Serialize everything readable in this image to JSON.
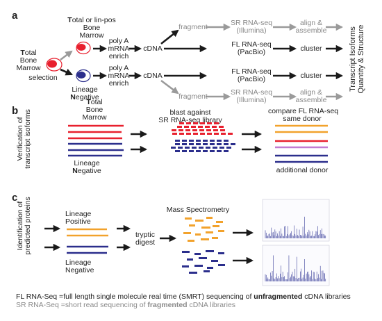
{
  "panels": {
    "a": "a",
    "b": "b",
    "c": "c"
  },
  "panel_a": {
    "source": {
      "lead": "T",
      "rest1": "otal",
      "rest2": "Bone",
      "rest3": "Marrow"
    },
    "selection": "selection",
    "top_pop": {
      "lead": "T",
      "rest1": "otal or lin-pos",
      "rest2": "Bone",
      "rest3": "Marrow"
    },
    "bottom_pop": {
      "line1": "Lineage",
      "lead": "N",
      "rest2": "egative"
    },
    "polyA": {
      "line1": "poly A",
      "line2": "mRNA",
      "line3": "enrich"
    },
    "cdna": "cDNA",
    "fragment": "fragment",
    "sr_seq": {
      "line1": "SR RNA-seq",
      "line2": "(Illumina)"
    },
    "fl_seq": {
      "line1": "FL RNA-seq",
      "line2": "(PacBio)"
    },
    "align": {
      "line1": "align &",
      "line2": "assemble"
    },
    "cluster": "cluster",
    "result": {
      "line1": "Transcript Isoforms",
      "line2": "Quantity & Structure"
    }
  },
  "panel_b": {
    "side_label": {
      "line1": "Verification of",
      "line2": "transcript isoforms"
    },
    "top_pop": {
      "lead": "T",
      "rest1": "otal",
      "rest2": "Bone",
      "rest3": "Marrow"
    },
    "bottom_pop": {
      "line1": "Lineage",
      "lead": "N",
      "rest2": "egative"
    },
    "blast": {
      "line1": "blast against",
      "line2": "SR RNA-seq library"
    },
    "compare": {
      "line1": "compare FL RNA-seq",
      "line2": "same donor"
    },
    "additional": "additional donor"
  },
  "panel_c": {
    "side_label": {
      "line1": "Identification of",
      "line2": "predicted proteins"
    },
    "top_pop": {
      "line1": "Lineage",
      "line2": "Positive"
    },
    "bottom_pop": {
      "line1": "Lineage",
      "line2": "Negative"
    },
    "tryptic": {
      "line1": "tryptic",
      "line2": "digest"
    },
    "mass_spec": "Mass Spectrometry"
  },
  "footnote": {
    "fl_abbr": "FL RNA-Seq",
    "fl_text": " =full length single molecule real time (SMRT) sequencing of ",
    "fl_bold": "unfragmented",
    "fl_end": " cDNA libraries",
    "sr_abbr": "SR RNA-Seq",
    "sr_text": " =short read sequencing of ",
    "sr_bold": "fragmented",
    "sr_end": " cDNA libraries"
  },
  "colors": {
    "red": "#e8202e",
    "navy": "#2b2e8c",
    "orange": "#f2a22c",
    "purple": "#c27bd2",
    "gray": "#8a8a8a",
    "black": "#1a1a1a"
  }
}
